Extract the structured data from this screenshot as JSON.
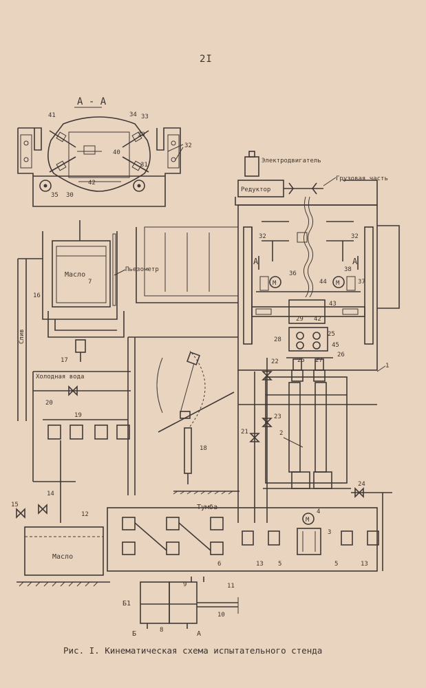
{
  "page": {
    "number": "2I"
  },
  "caption": "Рис. I. Кинематическая схема испытательного стенда",
  "section": {
    "title": "А - А"
  },
  "labels": {
    "motor": "Электродвигатель",
    "reducer": "Редуктор",
    "load_part": "Грузовая часть",
    "oil_tank": "Масло",
    "piezometer": "Пьезометр",
    "cold_water": "Холодная вода",
    "drain": "Слив",
    "pedestal": "Тумба",
    "oil_bottom": "Масло",
    "a_left": "А",
    "a_right": "А",
    "b": "Б",
    "b1": "Б1",
    "a_bottom": "А"
  },
  "numbers": {
    "n41": "41",
    "n34": "34",
    "n33": "33",
    "n39": "39",
    "n40": "40",
    "n32a": "32",
    "n31": "31",
    "n42a": "42",
    "n30": "30",
    "n35a": "35",
    "n32b": "32",
    "n32c": "32",
    "n36": "36",
    "n38": "38",
    "n37": "37",
    "n44": "44",
    "n43": "43",
    "n29": "29",
    "n42b": "42",
    "n28": "28",
    "n45": "45",
    "n25a": "25",
    "n27": "27",
    "n25b": "25",
    "n26": "26",
    "n22": "22",
    "n1": "1",
    "n16": "16",
    "n7": "7",
    "n17": "17",
    "n20": "20",
    "n19": "19",
    "n23": "23",
    "n21": "21",
    "n2": "2",
    "n18": "18",
    "n14": "14",
    "n15": "15",
    "n12": "12",
    "n24": "24",
    "n4": "4",
    "n3": "3",
    "n6": "6",
    "n13": "13",
    "n5a": "5",
    "n5b": "5",
    "n13b": "13",
    "n9": "9",
    "n11": "11",
    "n10": "10",
    "n8": "8"
  }
}
